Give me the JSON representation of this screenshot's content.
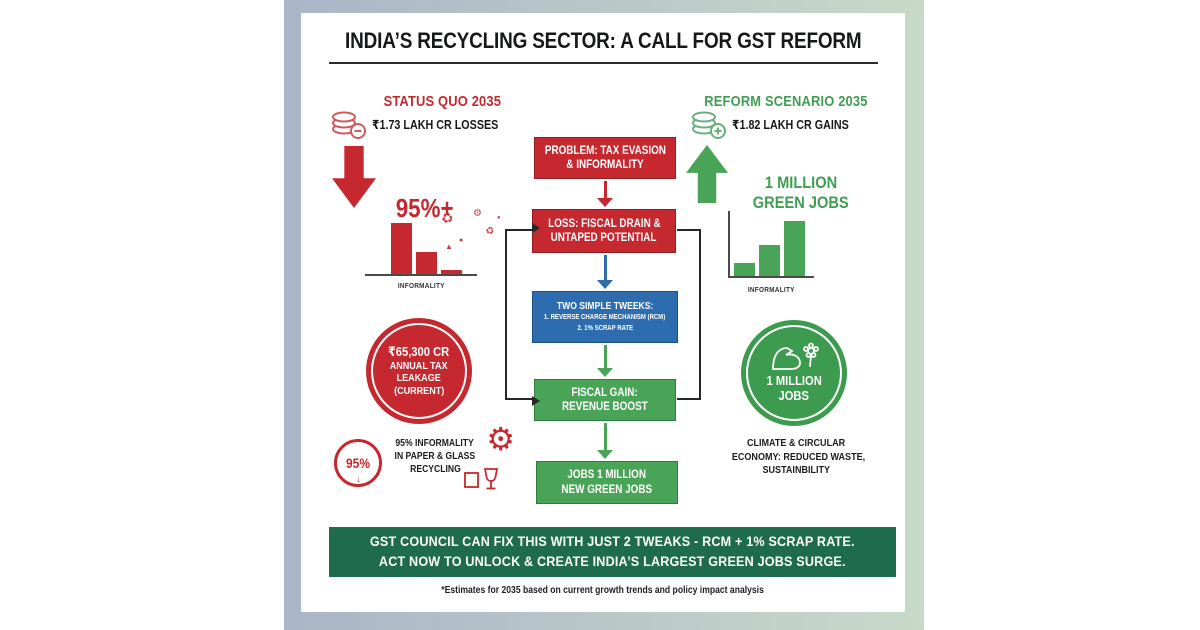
{
  "title": "INDIA’S RECYCLING SECTOR: A CALL FOR GST REFORM",
  "status_quo": {
    "heading": "STATUS QUO 2035",
    "loss_value": "₹1.73 LAKH CR LOSSES",
    "informality_stat": "95%+",
    "chart_label": "INFORMALITY",
    "leakage_badge": {
      "value": "₹65,300 CR",
      "line2": "ANNUAL TAX",
      "line3": "LEAKAGE",
      "line4": "(CURRENT)"
    },
    "ring_stat": "95%",
    "note_lines": [
      "95% INFORMALITY",
      "IN PAPER & GLASS",
      "RECYCLING"
    ]
  },
  "reform": {
    "heading": "REFORM SCENARIO 2035",
    "gain_value": "₹1.82 LAKH CR GAINS",
    "jobs_lines": [
      "1 MILLION",
      "GREEN JOBS"
    ],
    "chart_label": "INFORMALITY",
    "jobs_badge": {
      "line1": "1 MILLION",
      "line2": "JOBS"
    },
    "note_lines": [
      "CLIMATE & CIRCULAR",
      "ECONOMY: REDUCED WASTE,",
      "SUSTAINBILITY"
    ]
  },
  "flowchart": {
    "problem_lines": [
      "PROBLEM: TAX EVASION",
      "& INFORMALITY"
    ],
    "loss_lines": [
      "LOSS: FISCAL DRAIN &",
      "UNTAPED POTENTIAL"
    ],
    "tweaks_title": "TWO SIMPLE TWEEKS:",
    "tweaks_items": [
      "1. REVERSE CHARGE MECHANISM (RCM)",
      "2. 1% SCRAP RATE"
    ],
    "gain_lines": [
      "FISCAL GAIN:",
      "REVENUE BOOST"
    ],
    "jobs_lines": [
      "JOBS 1 MILLION",
      "NEW GREEN JOBS"
    ]
  },
  "banner_lines": [
    "GST COUNCIL CAN FIX THIS WITH JUST 2 TWEAKS - RCM + 1% SCRAP RATE.",
    "ACT NOW TO UNLOCK & CREATE INDIA’S LARGEST GREEN JOBS SURGE."
  ],
  "footnote": "*Estimates for 2035 based on current growth trends and policy impact analysis",
  "icons": {
    "gear": "⚙",
    "recycle": "♻",
    "dot": "●",
    "triangle": "▲",
    "down_arrow": "↓"
  },
  "colors": {
    "red": "#c5282f",
    "blue": "#2e6cb0",
    "green": "#4aa457",
    "dark_green": "#1e6b4d",
    "badge_green": "#3d9b50",
    "frame_blue": "#a9b6c8",
    "frame_green": "#c7dac9"
  },
  "chart_data": [
    {
      "type": "bar",
      "name": "status-quo-informality-bars",
      "values": [
        100,
        43,
        8
      ],
      "xlabel": "INFORMALITY",
      "annotation": "95%+",
      "color": "#c5282f",
      "axes": "baseline-only"
    },
    {
      "type": "bar",
      "name": "reform-green-jobs-bars",
      "values": [
        24,
        56,
        100
      ],
      "xlabel": "INFORMALITY",
      "color": "#4aa457",
      "axes": "x-and-y"
    }
  ]
}
